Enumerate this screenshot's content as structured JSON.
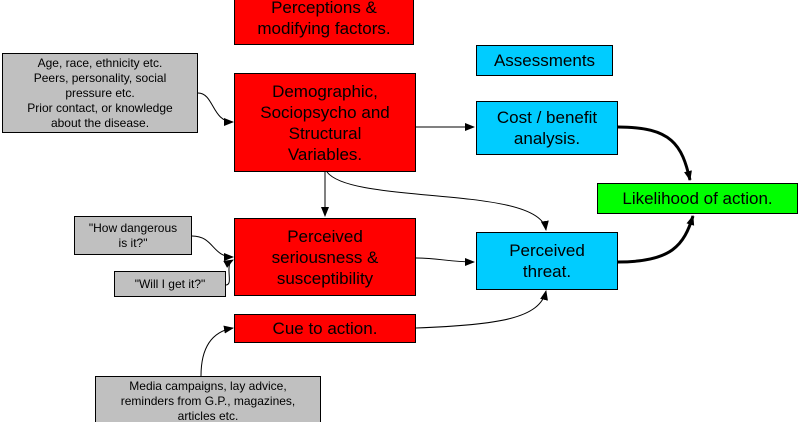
{
  "colors": {
    "factor": "#ff0000",
    "assessment": "#00ccff",
    "outcome": "#00ff00",
    "input": "#c0c0c0",
    "line": "#000000"
  },
  "nodes": {
    "perceptions": "Perceptions &\nmodifying factors.",
    "demographic": "Demographic,\nSociopsycho and\nStructural\nVariables.",
    "perceived_seriousness": "Perceived\nseriousness &\nsusceptibility",
    "cue_to_action": "Cue to action.",
    "assessments": "Assessments",
    "cost_benefit": "Cost / benefit\nanalysis.",
    "perceived_threat": "Perceived\nthreat.",
    "likelihood": "Likelihood of action.",
    "demographic_note": "Age, race, ethnicity etc.\nPeers, personality,  social\npressure etc.\nPrior contact, or knowledge\nabout the disease.",
    "how_dangerous": "\"How dangerous\nis it?\"",
    "will_i_get_it": "\"Will I get it?\"",
    "media_note": "Media campaigns, lay advice,\nreminders from G.P., magazines,\narticles etc."
  }
}
